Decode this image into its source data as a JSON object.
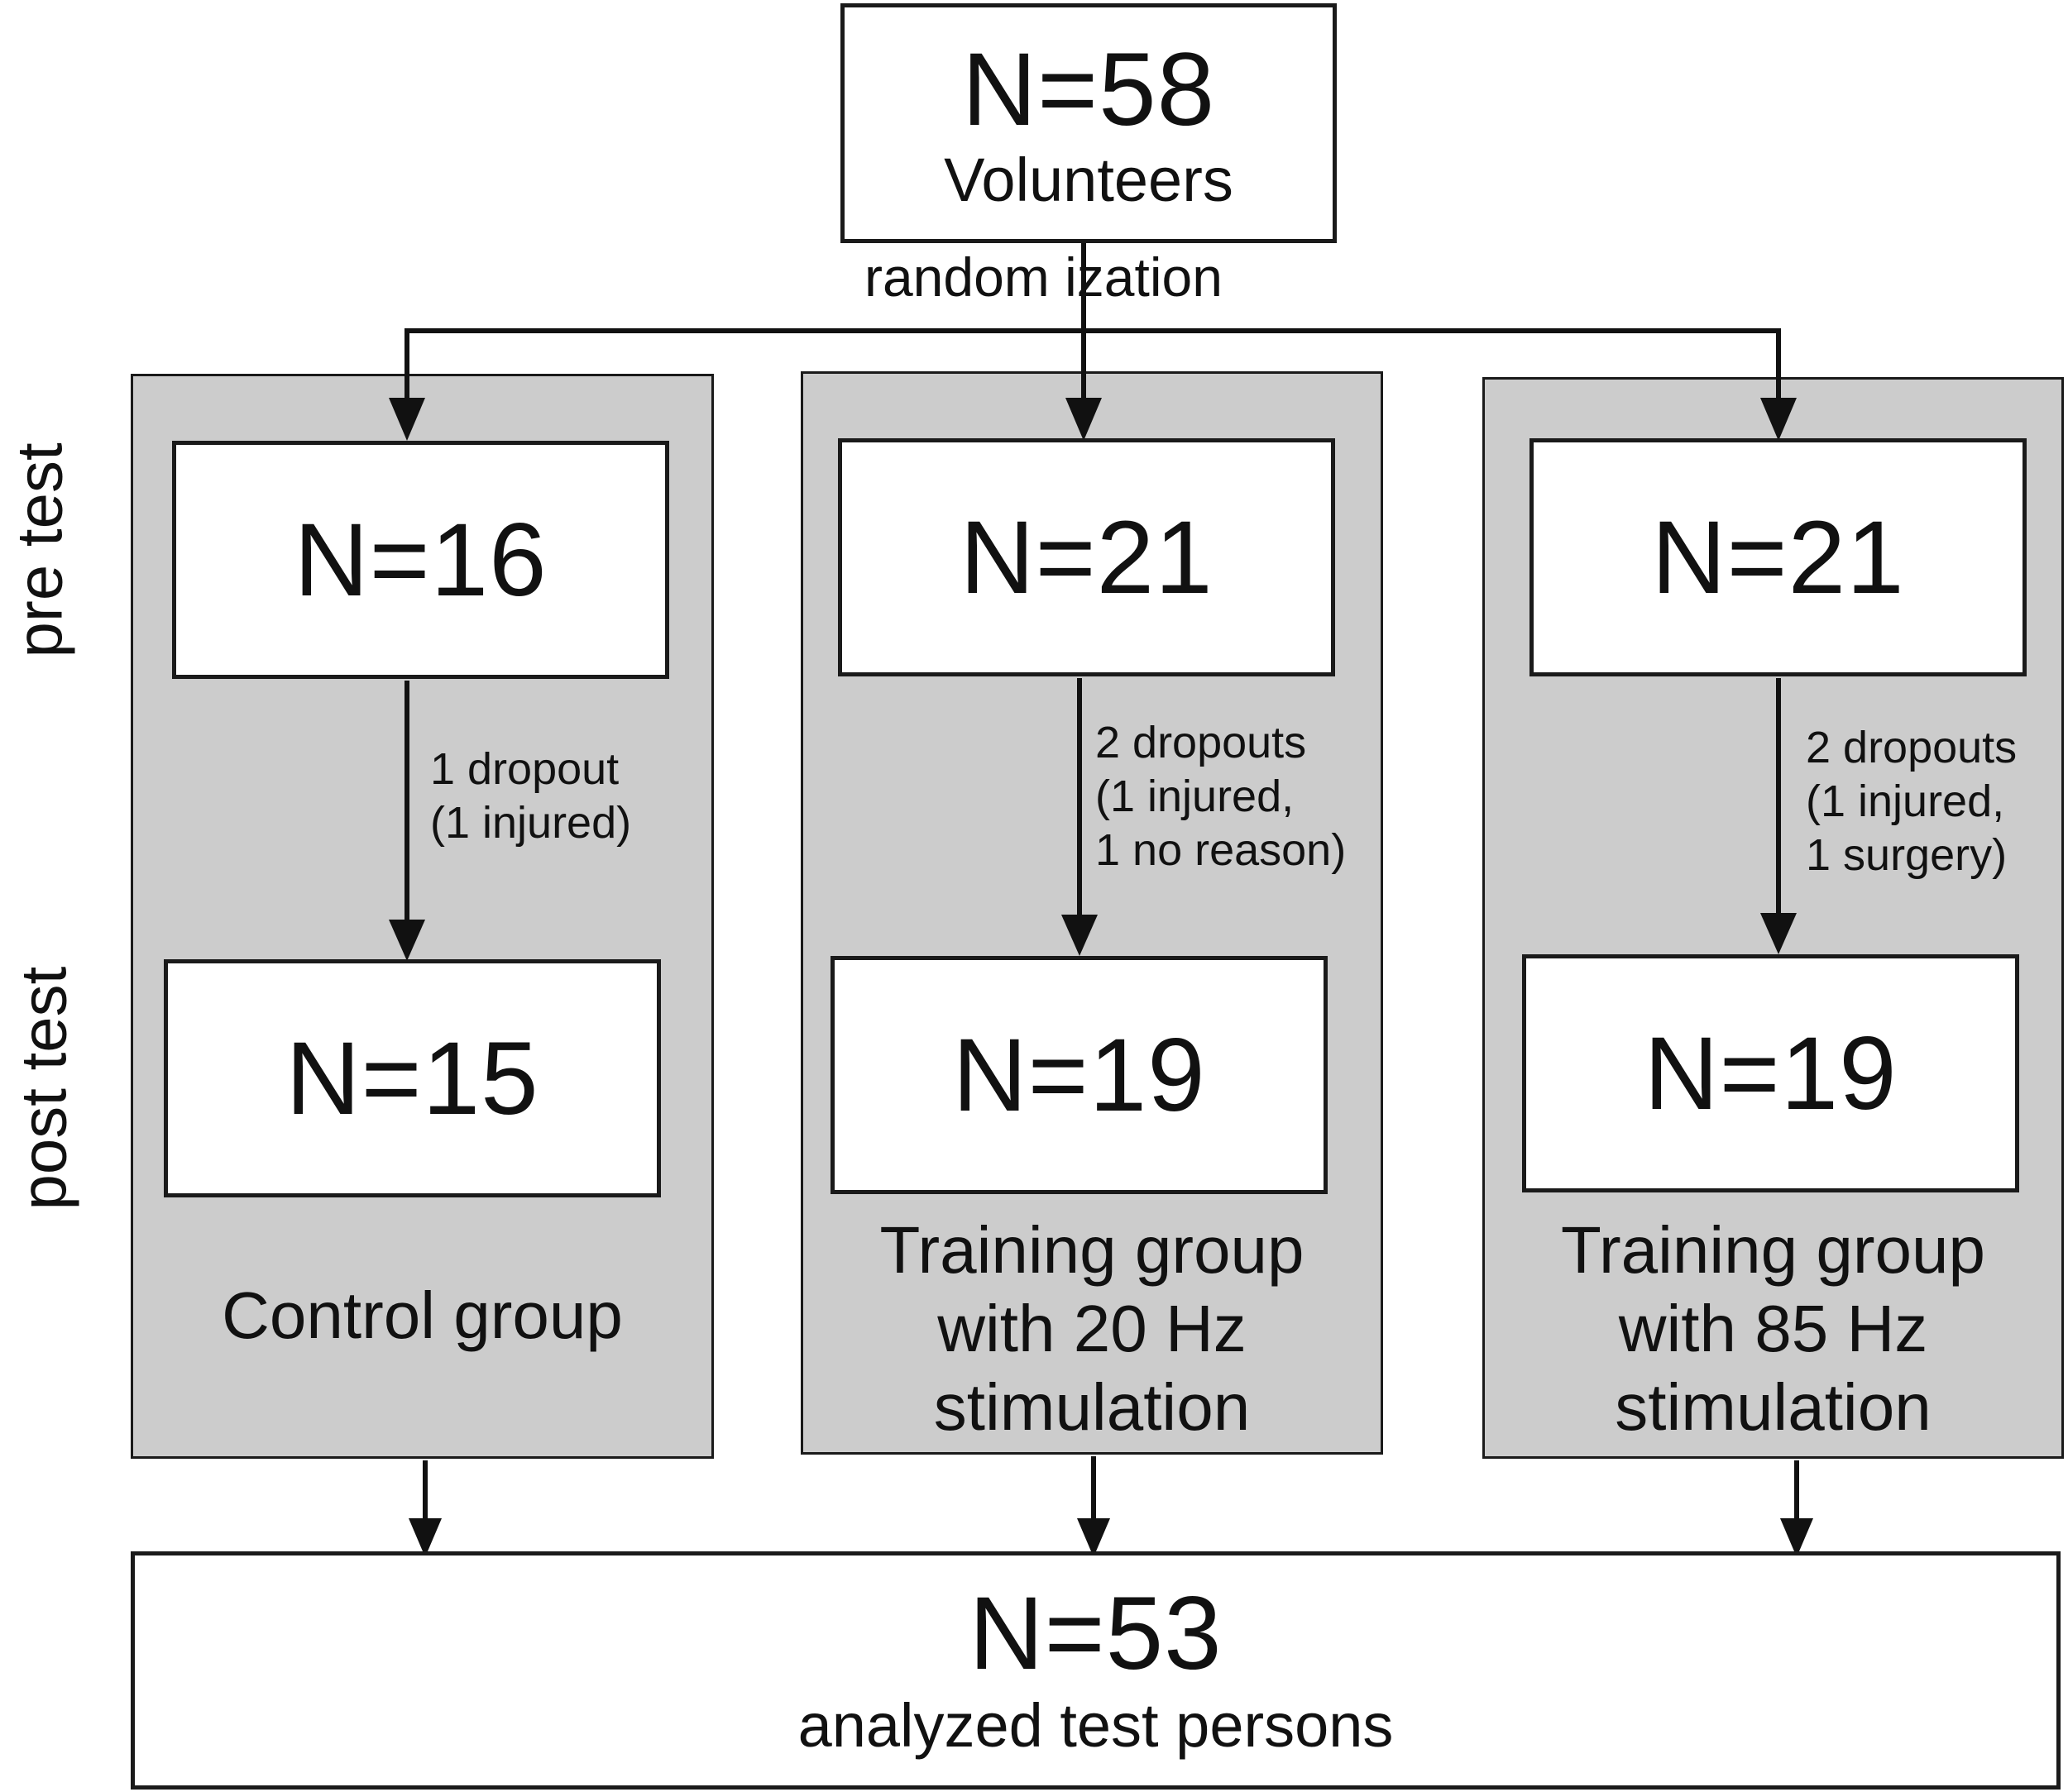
{
  "top": {
    "n": "N=58",
    "label": "Volunteers"
  },
  "randomization": "random ization",
  "phases": {
    "pre": "pre test",
    "post": "post test"
  },
  "groups": [
    {
      "pre_n": "N=16",
      "post_n": "N=15",
      "dropouts": "1 dropout\n(1 injured)",
      "label": "Control group"
    },
    {
      "pre_n": "N=21",
      "post_n": "N=19",
      "dropouts": "2 dropouts\n(1 injured,\n1 no reason)",
      "label": "Training group\nwith 20 Hz\nstimulation"
    },
    {
      "pre_n": "N=21",
      "post_n": "N=19",
      "dropouts": "2 dropouts\n(1 injured,\n1 surgery)",
      "label": "Training group\nwith 85 Hz\nstimulation"
    }
  ],
  "bottom": {
    "n": "N=53",
    "label": "analyzed test persons"
  }
}
